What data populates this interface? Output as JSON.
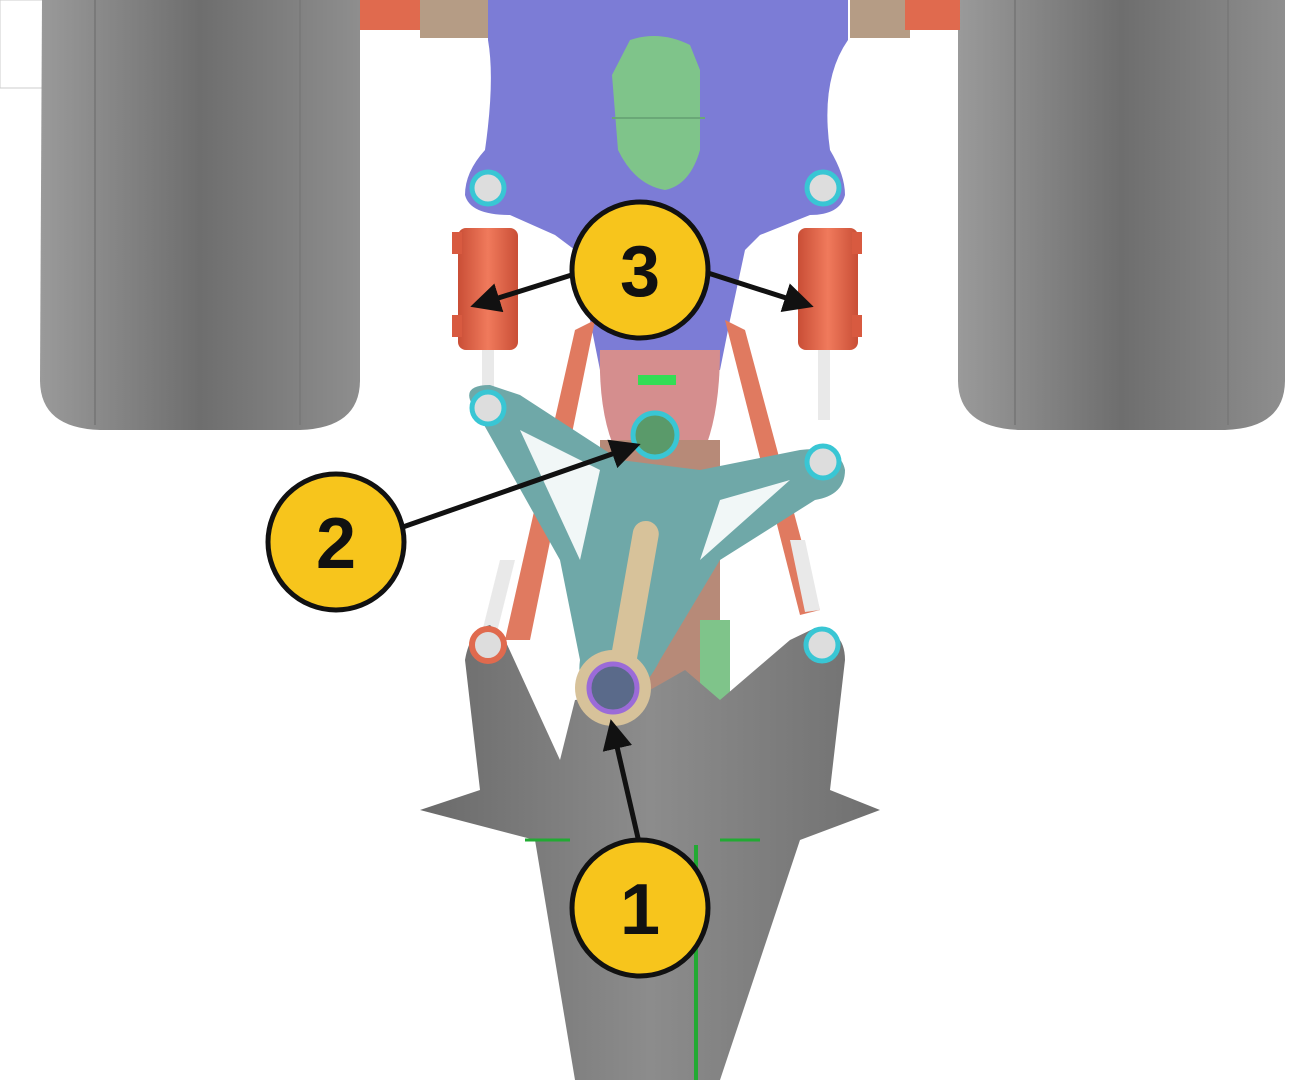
{
  "diagram": {
    "callouts": [
      {
        "id": "1",
        "label": "1"
      },
      {
        "id": "2",
        "label": "2"
      },
      {
        "id": "3",
        "label": "3"
      }
    ],
    "colors": {
      "tire": "#8a8a8a",
      "tire_dark": "#6f6f6f",
      "chassis_plate": "#7c7cd6",
      "bracket_orange": "#e06a4e",
      "rocker_teal": "#6fa8a8",
      "nose_gray": "#808080",
      "callout_fill": "#f7c51c",
      "callout_stroke": "#111111",
      "arrow": "#111111",
      "pivot_cyan": "#39c6d4",
      "green_part": "#7fc48a",
      "pink_part": "#d58e8e",
      "green_line": "#22aa33"
    }
  }
}
